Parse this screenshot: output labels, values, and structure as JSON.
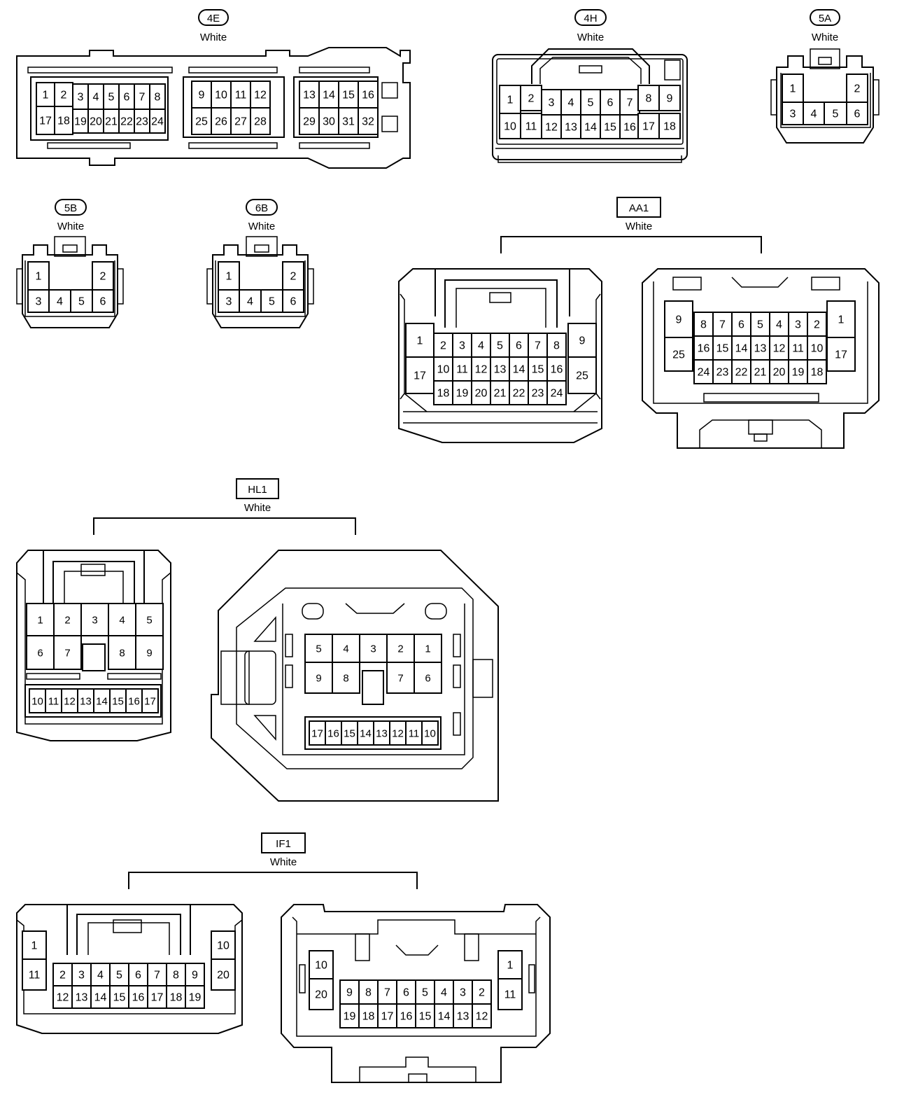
{
  "connectors": {
    "c4E": {
      "code": "4E",
      "color": "White",
      "pins": [
        "1",
        "2",
        "3",
        "4",
        "5",
        "6",
        "7",
        "8",
        "9",
        "10",
        "11",
        "12",
        "13",
        "14",
        "15",
        "16",
        "17",
        "18",
        "19",
        "20",
        "21",
        "22",
        "23",
        "24",
        "25",
        "26",
        "27",
        "28",
        "29",
        "30",
        "31",
        "32"
      ]
    },
    "c4H": {
      "code": "4H",
      "color": "White",
      "pins": [
        "1",
        "2",
        "3",
        "4",
        "5",
        "6",
        "7",
        "8",
        "9",
        "10",
        "11",
        "12",
        "13",
        "14",
        "15",
        "16",
        "17",
        "18"
      ]
    },
    "c5A": {
      "code": "5A",
      "color": "White",
      "pins": [
        "1",
        "2",
        "3",
        "4",
        "5",
        "6"
      ]
    },
    "c5B": {
      "code": "5B",
      "color": "White",
      "pins": [
        "1",
        "2",
        "3",
        "4",
        "5",
        "6"
      ]
    },
    "c6B": {
      "code": "6B",
      "color": "White",
      "pins": [
        "1",
        "2",
        "3",
        "4",
        "5",
        "6"
      ]
    },
    "cAA1": {
      "code": "AA1",
      "color": "White",
      "pins": [
        "1",
        "2",
        "3",
        "4",
        "5",
        "6",
        "7",
        "8",
        "9",
        "10",
        "11",
        "12",
        "13",
        "14",
        "15",
        "16",
        "17",
        "18",
        "19",
        "20",
        "21",
        "22",
        "23",
        "24",
        "25"
      ]
    },
    "cHL1": {
      "code": "HL1",
      "color": "White",
      "pins": [
        "1",
        "2",
        "3",
        "4",
        "5",
        "6",
        "7",
        "8",
        "9",
        "10",
        "11",
        "12",
        "13",
        "14",
        "15",
        "16",
        "17"
      ]
    },
    "cIF1": {
      "code": "IF1",
      "color": "White",
      "pins": [
        "1",
        "2",
        "3",
        "4",
        "5",
        "6",
        "7",
        "8",
        "9",
        "10",
        "11",
        "12",
        "13",
        "14",
        "15",
        "16",
        "17",
        "18",
        "19",
        "20"
      ]
    }
  }
}
